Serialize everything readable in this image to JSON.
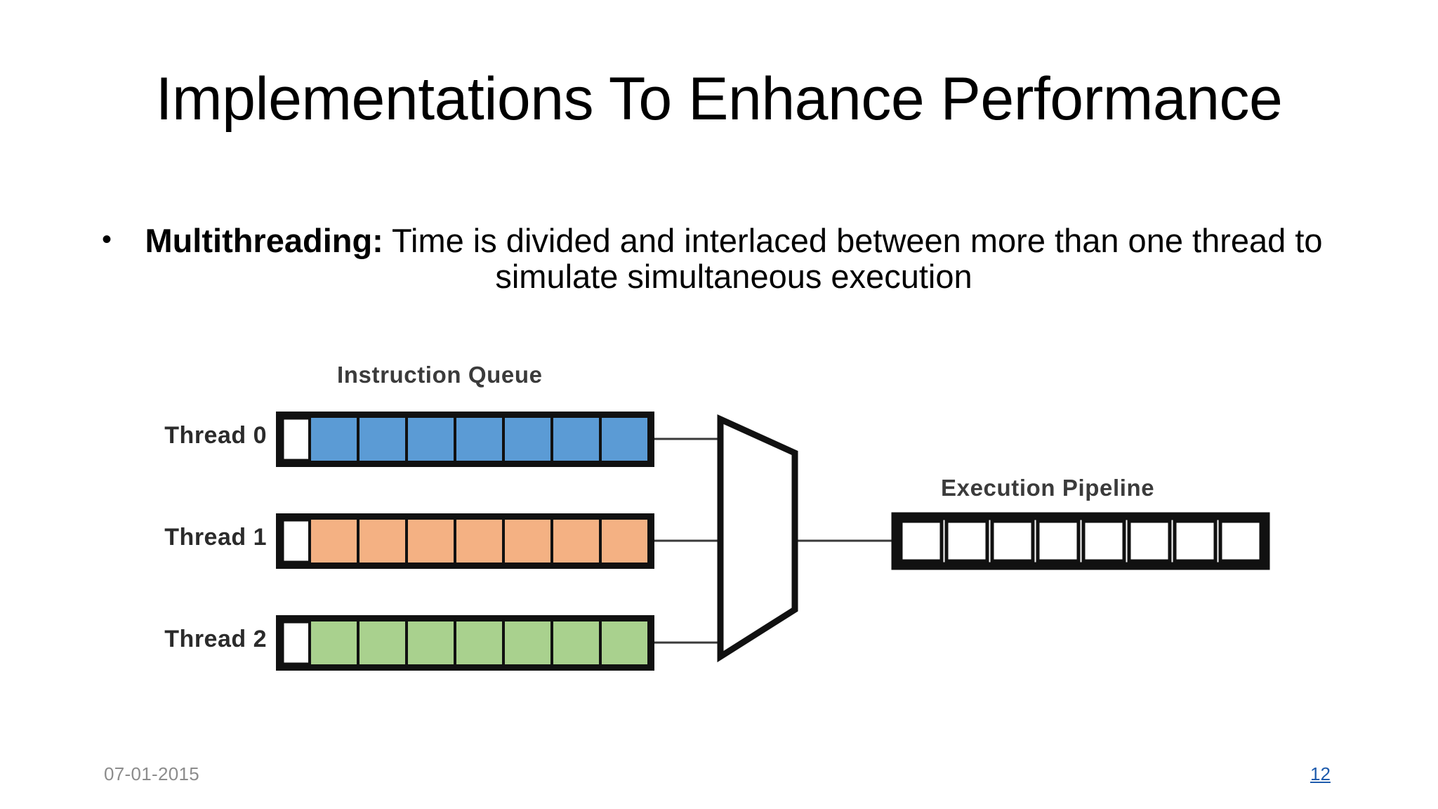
{
  "slide": {
    "title": "Implementations To Enhance Performance",
    "bullet": {
      "marker": "•",
      "lead": "Multithreading:",
      "text": " Time is divided and interlaced between more than one thread to simulate simultaneous execution"
    }
  },
  "diagram": {
    "instruction_queue_label": "Instruction Queue",
    "execution_pipeline_label": "Execution Pipeline",
    "threads": [
      {
        "label": "Thread 0",
        "color": "#5B9BD5",
        "empty_cells": 1,
        "filled_cells": 7
      },
      {
        "label": "Thread 1",
        "color": "#F4B183",
        "empty_cells": 1,
        "filled_cells": 7
      },
      {
        "label": "Thread 2",
        "color": "#A9D18E",
        "empty_cells": 1,
        "filled_cells": 7
      }
    ],
    "multiplexer": {
      "name": "multiplexer",
      "inputs": 3,
      "outputs": 1
    },
    "execution_pipeline": {
      "cells": 8,
      "color": "#FFFFFF"
    }
  },
  "footer": {
    "date": "07-01-2015",
    "page_number": "12",
    "link_color": "#1F5CAD",
    "date_color": "#8C8C8C"
  }
}
